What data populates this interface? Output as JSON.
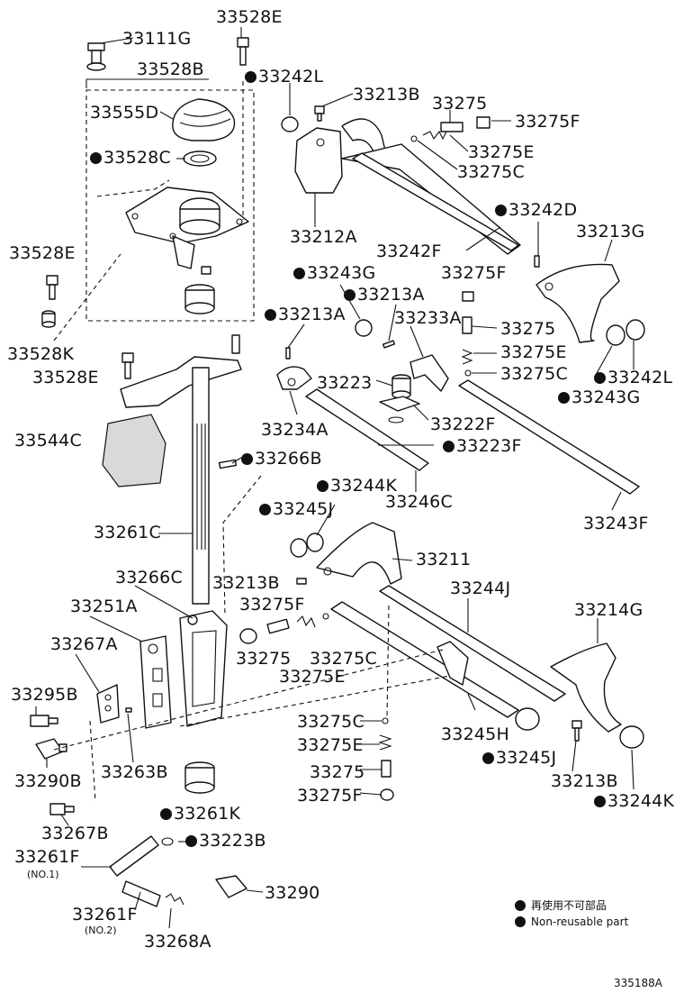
{
  "labels": [
    {
      "id": "33528E_top",
      "text": "33528E",
      "non_reusable": false
    },
    {
      "id": "33111G",
      "text": "33111G",
      "non_reusable": false
    },
    {
      "id": "33528B",
      "text": "33528B",
      "non_reusable": false
    },
    {
      "id": "33242L_top",
      "text": "33242L",
      "non_reusable": true
    },
    {
      "id": "33555D",
      "text": "33555D",
      "non_reusable": false
    },
    {
      "id": "33213B_top",
      "text": "33213B",
      "non_reusable": false
    },
    {
      "id": "33275_top",
      "text": "33275",
      "non_reusable": false
    },
    {
      "id": "33275F_top",
      "text": "33275F",
      "non_reusable": false
    },
    {
      "id": "33528C",
      "text": "33528C",
      "non_reusable": true
    },
    {
      "id": "33275E_top",
      "text": "33275E",
      "non_reusable": false
    },
    {
      "id": "33275C_top",
      "text": "33275C",
      "non_reusable": false
    },
    {
      "id": "33242D",
      "text": "33242D",
      "non_reusable": true
    },
    {
      "id": "33213G",
      "text": "33213G",
      "non_reusable": false
    },
    {
      "id": "33212A",
      "text": "33212A",
      "non_reusable": false
    },
    {
      "id": "33242F",
      "text": "33242F",
      "non_reusable": false
    },
    {
      "id": "33528E_left",
      "text": "33528E",
      "non_reusable": false
    },
    {
      "id": "33275F_mid",
      "text": "33275F",
      "non_reusable": false
    },
    {
      "id": "33243G_top",
      "text": "33243G",
      "non_reusable": true
    },
    {
      "id": "33213A_right",
      "text": "33213A",
      "non_reusable": true
    },
    {
      "id": "33213A_left",
      "text": "33213A",
      "non_reusable": true
    },
    {
      "id": "33233A",
      "text": "33233A",
      "non_reusable": false
    },
    {
      "id": "33275_mid",
      "text": "33275",
      "non_reusable": false
    },
    {
      "id": "33275E_mid",
      "text": "33275E",
      "non_reusable": false
    },
    {
      "id": "33528K",
      "text": "33528K",
      "non_reusable": false
    },
    {
      "id": "33528E_bracket",
      "text": "33528E",
      "non_reusable": false
    },
    {
      "id": "33223",
      "text": "33223",
      "non_reusable": false
    },
    {
      "id": "33275C_mid",
      "text": "33275C",
      "non_reusable": false
    },
    {
      "id": "33242L_right",
      "text": "33242L",
      "non_reusable": true
    },
    {
      "id": "33243G_right",
      "text": "33243G",
      "non_reusable": true
    },
    {
      "id": "33222F",
      "text": "33222F",
      "non_reusable": false
    },
    {
      "id": "33234A",
      "text": "33234A",
      "non_reusable": false
    },
    {
      "id": "33544C",
      "text": "33544C",
      "non_reusable": false
    },
    {
      "id": "33223F",
      "text": "33223F",
      "non_reusable": true
    },
    {
      "id": "33266B",
      "text": "33266B",
      "non_reusable": true
    },
    {
      "id": "33244K_top",
      "text": "33244K",
      "non_reusable": true
    },
    {
      "id": "33245J_top",
      "text": "33245J",
      "non_reusable": true
    },
    {
      "id": "33246C",
      "text": "33246C",
      "non_reusable": false
    },
    {
      "id": "33243F",
      "text": "33243F",
      "non_reusable": false
    },
    {
      "id": "33261C",
      "text": "33261C",
      "non_reusable": false
    },
    {
      "id": "33211",
      "text": "33211",
      "non_reusable": false
    },
    {
      "id": "33266C",
      "text": "33266C",
      "non_reusable": false
    },
    {
      "id": "33213B_mid",
      "text": "33213B",
      "non_reusable": false
    },
    {
      "id": "33244J",
      "text": "33244J",
      "non_reusable": false
    },
    {
      "id": "33251A",
      "text": "33251A",
      "non_reusable": false
    },
    {
      "id": "33275F_lower",
      "text": "33275F",
      "non_reusable": false
    },
    {
      "id": "33214G",
      "text": "33214G",
      "non_reusable": false
    },
    {
      "id": "33267A",
      "text": "33267A",
      "non_reusable": false
    },
    {
      "id": "33275_lower",
      "text": "33275",
      "non_reusable": false
    },
    {
      "id": "33275C_lower",
      "text": "33275C",
      "non_reusable": false
    },
    {
      "id": "33275E_lower",
      "text": "33275E",
      "non_reusable": false
    },
    {
      "id": "33295B",
      "text": "33295B",
      "non_reusable": false
    },
    {
      "id": "33275C_col",
      "text": "33275C",
      "non_reusable": false
    },
    {
      "id": "33245H",
      "text": "33245H",
      "non_reusable": false
    },
    {
      "id": "33275E_col",
      "text": "33275E",
      "non_reusable": false
    },
    {
      "id": "33245J_low",
      "text": "33245J",
      "non_reusable": true
    },
    {
      "id": "33290B",
      "text": "33290B",
      "non_reusable": false
    },
    {
      "id": "33263B",
      "text": "33263B",
      "non_reusable": false
    },
    {
      "id": "33275_col",
      "text": "33275",
      "non_reusable": false
    },
    {
      "id": "33213B_low",
      "text": "33213B",
      "non_reusable": false
    },
    {
      "id": "33275F_col",
      "text": "33275F",
      "non_reusable": false
    },
    {
      "id": "33244K_low",
      "text": "33244K",
      "non_reusable": true
    },
    {
      "id": "33261K",
      "text": "33261K",
      "non_reusable": true
    },
    {
      "id": "33267B",
      "text": "33267B",
      "non_reusable": false
    },
    {
      "id": "33223B",
      "text": "33223B",
      "non_reusable": true
    },
    {
      "id": "33261F_no1",
      "text": "33261F",
      "non_reusable": false
    },
    {
      "id": "33290",
      "text": "33290",
      "non_reusable": false
    },
    {
      "id": "33261F_no2",
      "text": "33261F",
      "non_reusable": false
    },
    {
      "id": "33268A",
      "text": "33268A",
      "non_reusable": false
    }
  ],
  "sub_labels": {
    "no1": "(NO.1)",
    "no2": "(NO.2)"
  },
  "legend": {
    "jp": "再使用不可部品",
    "en": "Non-reusable part"
  },
  "diagram_id": "335188A"
}
